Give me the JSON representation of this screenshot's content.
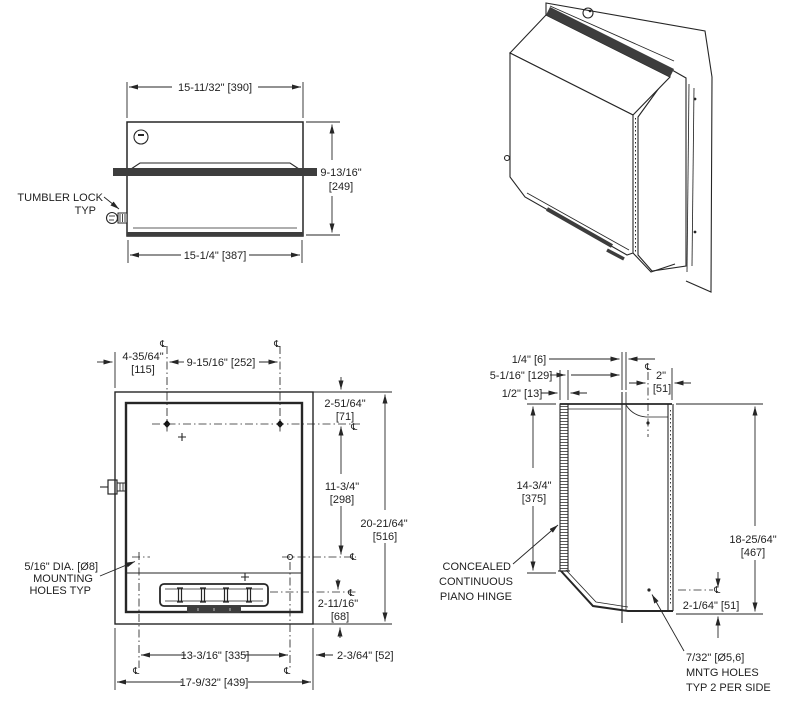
{
  "drawing_type": "technical-dimension-drawing",
  "symbols": {
    "centerline": "℄"
  },
  "colors": {
    "line": "#262626",
    "dark_fill": "#3d3d3d",
    "background": "#ffffff"
  },
  "top_view": {
    "dim_width_top": "15-11/32\" [390]",
    "dim_depth_1": "9-13/16\"",
    "dim_depth_2": "[249]",
    "dim_width_bottom": "15-1/4\" [387]",
    "label_lock_1": "TUMBLER LOCK",
    "label_lock_2": "TYP"
  },
  "front_view": {
    "dim_left_offset_1": "4-35/64\"",
    "dim_left_offset_2": "[115]",
    "dim_hole_spacing": "9-15/16\" [252]",
    "dim_top_offset_1": "2-51/64\"",
    "dim_top_offset_2": "[71]",
    "dim_hole_vert_1": "11-3/4\"",
    "dim_hole_vert_2": "[298]",
    "dim_height_1": "20-21/64\"",
    "dim_height_2": "[516]",
    "dim_tray_1": "2-11/16\"",
    "dim_tray_2": "[68]",
    "dim_bottom_spacing": "13-3/16\" [335]",
    "dim_right_offset": "2-3/64\" [52]",
    "dim_width": "17-9/32\" [439]",
    "label_mount_1": "5/16\" DIA. [Ø8]",
    "label_mount_2": "MOUNTING",
    "label_mount_3": "HOLES TYP"
  },
  "side_view": {
    "dim_flange": "1/4\" [6]",
    "dim_projection": "5-1/16\" [129]",
    "dim_door": "1/2\" [13]",
    "dim_hole_back_1": "2\"",
    "dim_hole_back_2": "[51]",
    "dim_door_height_1": "14-3/4\"",
    "dim_door_height_2": "[375]",
    "label_hinge_1": "CONCEALED",
    "label_hinge_2": "CONTINUOUS",
    "label_hinge_3": "PIANO HINGE",
    "dim_height_1": "18-25/64\"",
    "dim_height_2": "[467]",
    "dim_hole_bottom": "2-1/64\" [51]",
    "label_mntg_1": "7/32\" [Ø5,6]",
    "label_mntg_2": "MNTG HOLES",
    "label_mntg_3": "TYP 2 PER SIDE"
  }
}
